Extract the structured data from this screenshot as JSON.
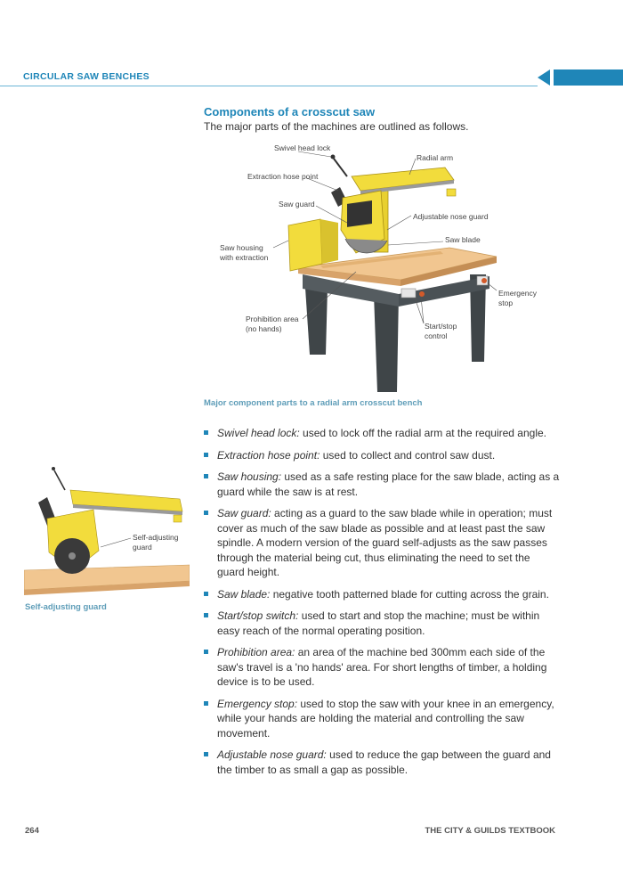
{
  "header": {
    "section": "CIRCULAR SAW BENCHES"
  },
  "main": {
    "title": "Components of a crosscut saw",
    "intro": "The major parts of the machines are outlined as follows.",
    "figure": {
      "labels": {
        "swivel_head_lock": "Swivel head lock",
        "radial_arm": "Radial arm",
        "extraction_hose_point": "Extraction hose point",
        "saw_guard": "Saw guard",
        "adjustable_nose_guard": "Adjustable nose guard",
        "saw_blade": "Saw blade",
        "saw_housing_line1": "Saw housing",
        "saw_housing_line2": "with extraction",
        "emergency_stop_line1": "Emergency",
        "emergency_stop_line2": "stop",
        "prohibition_area_line1": "Prohibition area",
        "prohibition_area_line2": "(no hands)",
        "start_stop_line1": "Start/stop",
        "start_stop_line2": "control"
      },
      "caption": "Major component parts to a radial arm crosscut bench"
    },
    "bullets": [
      {
        "term": "Swivel head lock:",
        "text": " used to lock off the radial arm at the required angle."
      },
      {
        "term": "Extraction hose point:",
        "text": " used to collect and control saw dust."
      },
      {
        "term": "Saw housing:",
        "text": " used as a safe resting place for the saw blade, acting as a guard while the saw is at rest."
      },
      {
        "term": "Saw guard:",
        "text": " acting as a guard to the saw blade while in operation; must cover as much of the saw blade as possible and at least past the saw spindle. A modern version of the guard self-adjusts as the saw passes through the material being cut, thus eliminating the need to set the guard height."
      },
      {
        "term": "Saw blade:",
        "text": " negative tooth patterned blade for cutting across the grain."
      },
      {
        "term": "Start/stop switch:",
        "text": " used to start and stop the machine; must be within easy reach of the normal operating position."
      },
      {
        "term": "Prohibition area:",
        "text": " an area of the machine bed 300mm each side of the saw's travel is a 'no hands' area. For short lengths of timber, a holding device is to be used."
      },
      {
        "term": "Emergency stop:",
        "text": " used to stop the saw with your knee in an emergency, while your hands are holding the material and controlling the saw movement."
      },
      {
        "term": "Adjustable nose guard:",
        "text": " used to reduce the gap between the guard and the timber to as small a gap as possible."
      }
    ]
  },
  "side": {
    "label_line1": "Self-adjusting",
    "label_line2": "guard",
    "caption": "Self-adjusting guard"
  },
  "footer": {
    "page_number": "264",
    "book_title": "THE CITY & GUILDS TEXTBOOK"
  },
  "colors": {
    "accent": "#1f86b8",
    "caption": "#5e9db8",
    "machine_yellow": "#f2dc3c",
    "bench_top": "#f1c690",
    "leg_dark": "#3f4548"
  }
}
